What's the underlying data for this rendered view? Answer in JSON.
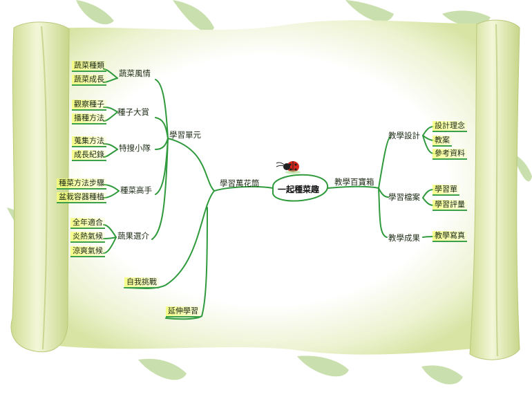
{
  "center": {
    "label": "一起種菜趣"
  },
  "left": {
    "main": "學習萬花筒",
    "units": {
      "label": "學習單元",
      "groups": [
        {
          "label": "蔬菜風情",
          "leaves": [
            "蔬菜種類",
            "蔬菜成長"
          ]
        },
        {
          "label": "種子大賞",
          "leaves": [
            "觀察種子",
            "播種方法"
          ]
        },
        {
          "label": "特搜小隊",
          "leaves": [
            "蒐集方法",
            "成長紀錄"
          ]
        },
        {
          "label": "種菜高手",
          "leaves": [
            "種菜方法步驟",
            "盆栽容器種植"
          ]
        },
        {
          "label": "蔬果選介",
          "leaves": [
            "全年適合",
            "炎熱氣候",
            "涼爽氣候"
          ]
        }
      ]
    },
    "challenge": "自我挑戰",
    "extend": "延伸學習"
  },
  "right": {
    "main": "教學百寶箱",
    "groups": [
      {
        "label": "教學設計",
        "leaves": [
          "設計理念",
          "教案",
          "參考資料"
        ]
      },
      {
        "label": "學習檔案",
        "leaves": [
          "學習單",
          "學習評量"
        ]
      },
      {
        "label": "教學成果",
        "leaves": [
          "教學寫真"
        ]
      }
    ]
  },
  "colors": {
    "line": "#2f9a3c",
    "highlight": "#f6ff78",
    "scroll": "#e3ecb3",
    "leaf_bg": "#8bbf5a"
  }
}
